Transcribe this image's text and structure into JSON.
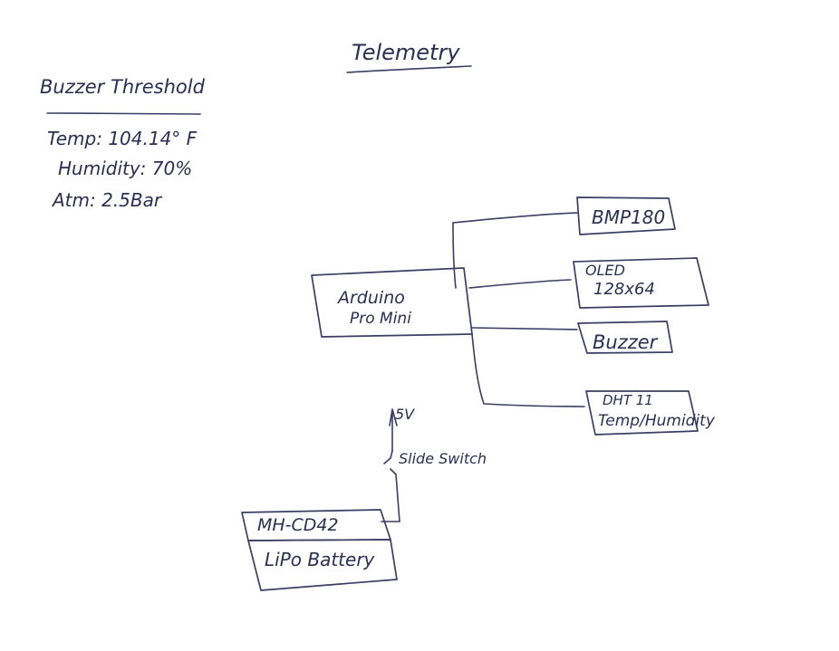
{
  "title": "Telemetry",
  "threshold": {
    "heading": "Buzzer Threshold",
    "lines": [
      "Temp: 104.14° F",
      "Humidity: 70%",
      "Atm: 2.5Bar"
    ]
  },
  "controller": {
    "line1": "Arduino",
    "line2": "Pro Mini"
  },
  "modules": {
    "bmp": "BMP180",
    "oled_line1": "OLED",
    "oled_line2": "128x64",
    "buzzer": "Buzzer",
    "dht_line1": "DHT 11",
    "dht_line2": "Temp/Humidity"
  },
  "power": {
    "voltage": "5V",
    "switch": "Slide Switch",
    "charger": "MH-CD42",
    "battery": "LiPo Battery"
  }
}
